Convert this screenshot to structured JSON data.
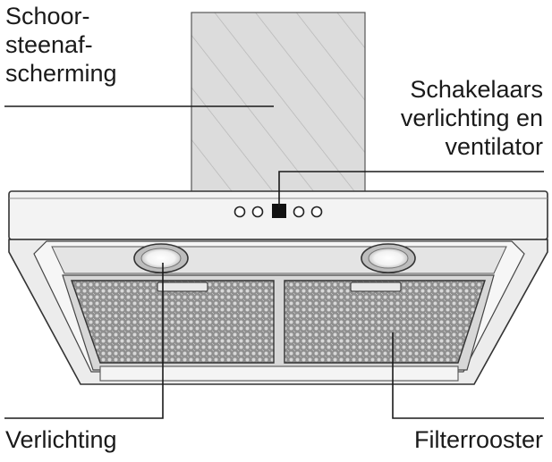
{
  "labels": {
    "chimney": [
      "Schoor-",
      "steenaf-",
      "scherming"
    ],
    "switches": [
      "Schakelaars",
      "verlichting en",
      "ventilator"
    ],
    "lighting": "Verlichting",
    "filter": "Filterrooster"
  },
  "colors": {
    "line": "#1a1a1a",
    "chimney_fill": "#dcdcdc",
    "hatch": "#b5b5b5",
    "hood_fill": "#efefef",
    "filter_fill": "#9a9a9a",
    "control_panel": "#111111"
  }
}
